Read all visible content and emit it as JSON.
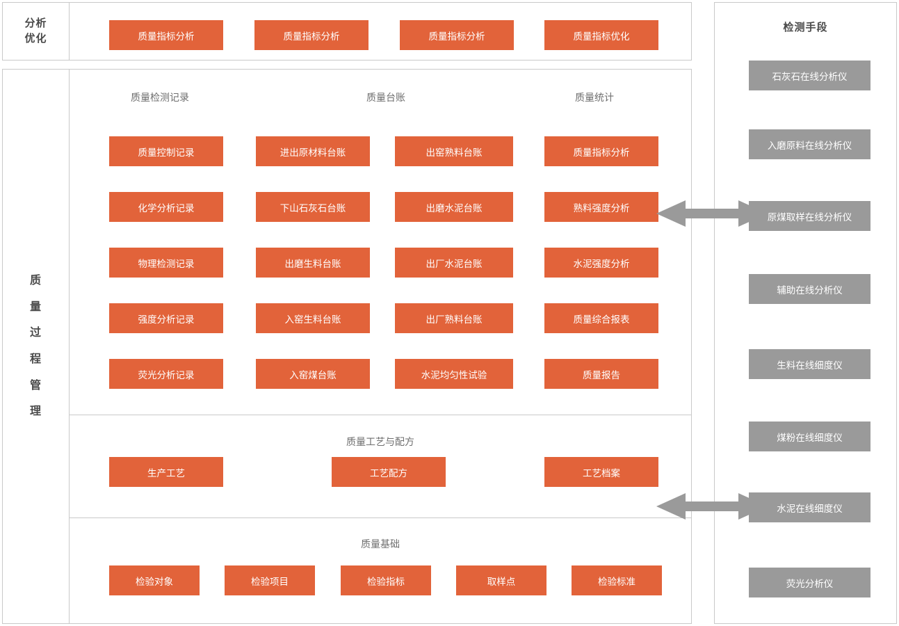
{
  "diagram": {
    "title_bar": {
      "label": "分析\n优化",
      "label_line1": "分析",
      "label_line2": "优化",
      "buttons": [
        {
          "text": "质量指标分析"
        },
        {
          "text": "质量指标分析"
        },
        {
          "text": "质量指标分析"
        },
        {
          "text": "质量指标优化"
        }
      ]
    },
    "side_label": {
      "chars": [
        "质",
        "量",
        "过",
        "程",
        "管",
        "理"
      ],
      "text": "质量过程管理"
    },
    "process_section": {
      "columns": [
        {
          "title": "质量检测记录",
          "items": [
            {
              "text": "质量控制记录"
            },
            {
              "text": "化学分析记录"
            },
            {
              "text": "物理检测记录"
            },
            {
              "text": "强度分析记录"
            },
            {
              "text": "荧光分析记录"
            }
          ]
        },
        {
          "title": "质量台账",
          "items": [
            {
              "text": "进出原材料台账"
            },
            {
              "text": "下山石灰石台账"
            },
            {
              "text": "出磨生料台账"
            },
            {
              "text": "入窑生料台账"
            },
            {
              "text": "入窑煤台账"
            }
          ]
        },
        {
          "title": "",
          "items": [
            {
              "text": "出窑熟料台账"
            },
            {
              "text": "出磨水泥台账"
            },
            {
              "text": "出厂水泥台账"
            },
            {
              "text": "出厂熟料台账"
            },
            {
              "text": "水泥均匀性试验"
            }
          ]
        },
        {
          "title": "质量统计",
          "items": [
            {
              "text": "质量指标分析"
            },
            {
              "text": "熟料强度分析"
            },
            {
              "text": "水泥强度分析"
            },
            {
              "text": "质量综合报表"
            },
            {
              "text": "质量报告"
            }
          ]
        }
      ]
    },
    "craft_section": {
      "title": "质量工艺与配方",
      "items": [
        {
          "text": "生产工艺"
        },
        {
          "text": "工艺配方"
        },
        {
          "text": "工艺档案"
        }
      ]
    },
    "base_section": {
      "title": "质量基础",
      "items": [
        {
          "text": "检验对象"
        },
        {
          "text": "检验项目"
        },
        {
          "text": "检验指标"
        },
        {
          "text": "取样点"
        },
        {
          "text": "检验标准"
        }
      ]
    },
    "sidebar": {
      "title": "检测手段",
      "items": [
        {
          "text": "石灰石在线分析仪"
        },
        {
          "text": "入磨原料在线分析仪"
        },
        {
          "text": "原煤取样在线分析仪"
        },
        {
          "text": "辅助在线分析仪"
        },
        {
          "text": "生料在线细度仪"
        },
        {
          "text": "煤粉在线细度仪"
        },
        {
          "text": "水泥在线细度仪"
        },
        {
          "text": "荧光分析仪"
        }
      ]
    },
    "connectors": [
      {
        "name": "upper-link"
      },
      {
        "name": "lower-link"
      }
    ],
    "colors": {
      "orange": "#e2633a",
      "gray": "#9a9a9a",
      "border": "#c9c9c9",
      "text_dark": "#4a4a4a",
      "text_muted": "#6e6e6e",
      "background": "#ffffff"
    }
  }
}
